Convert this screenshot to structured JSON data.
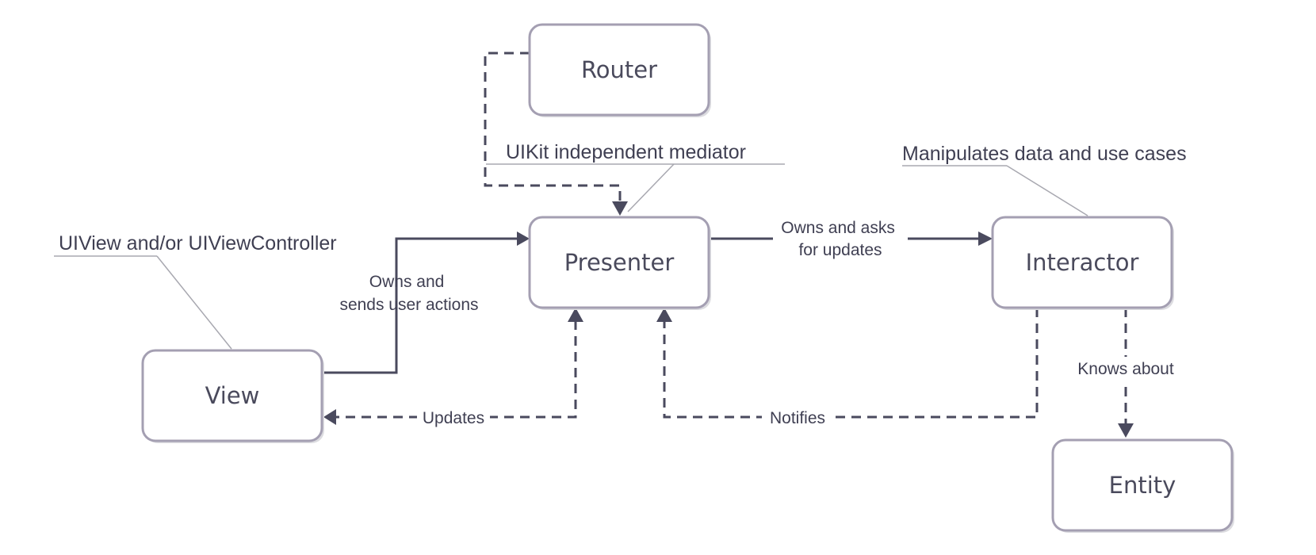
{
  "nodes": {
    "router": "Router",
    "presenter": "Presenter",
    "interactor": "Interactor",
    "view": "View",
    "entity": "Entity"
  },
  "annotations": {
    "presenter_note": "UIKit independent mediator",
    "interactor_note": "Manipulates data and use cases",
    "view_note": "UIView and/or UIViewController"
  },
  "edges": {
    "view_to_presenter": [
      "Owns and",
      "sends user actions"
    ],
    "presenter_to_interactor": [
      "Owns and asks",
      "for updates"
    ],
    "presenter_to_view": "Updates",
    "interactor_to_presenter": "Notifies",
    "interactor_to_entity": "Knows about"
  },
  "colors": {
    "node_border": "#a49fb2",
    "line": "#4a4a5e",
    "text": "#4a4a5c"
  }
}
